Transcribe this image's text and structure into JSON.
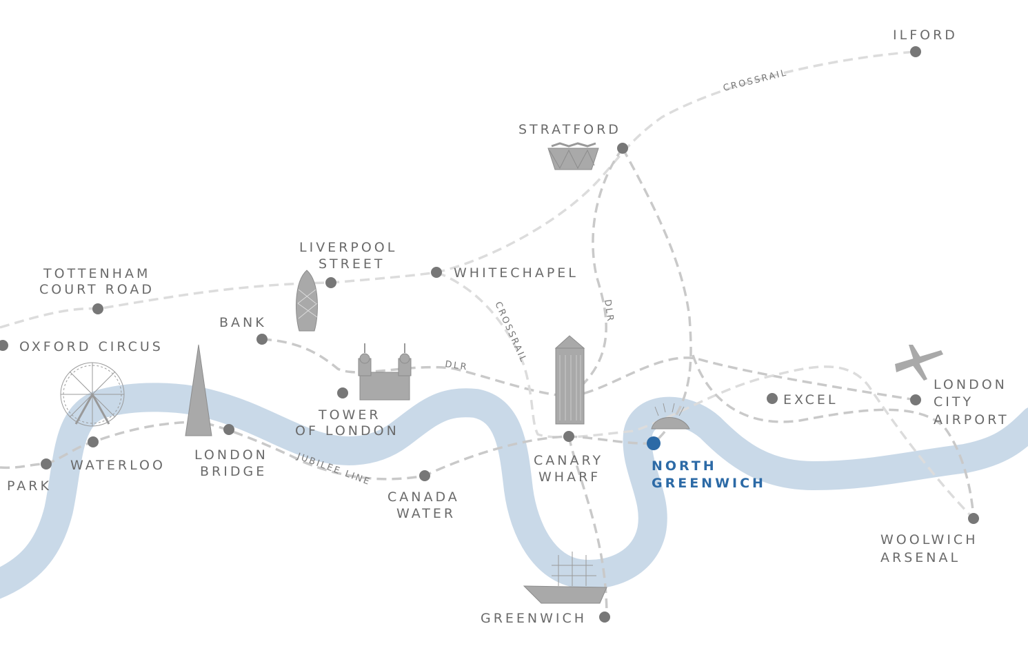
{
  "map": {
    "colors": {
      "river": "#c9d9e8",
      "station": "#777777",
      "highlight": "#2c6aa6",
      "line": "#c9c9c9"
    },
    "stations": {
      "ilford": [
        "ILFORD"
      ],
      "stratford": [
        "STRATFORD"
      ],
      "liverpool_street": [
        "LIVERPOOL",
        "STREET"
      ],
      "tottenham": [
        "TOTTENHAM",
        "COURT ROAD"
      ],
      "whitechapel": [
        "WHITECHAPEL"
      ],
      "bank": [
        "BANK"
      ],
      "oxford_circus": [
        "OXFORD CIRCUS"
      ],
      "tower": [
        "TOWER",
        "OF LONDON"
      ],
      "waterloo": [
        "WATERLOO"
      ],
      "park": [
        "PARK"
      ],
      "london_bridge": [
        "LONDON",
        "BRIDGE"
      ],
      "canada_water": [
        "CANADA",
        "WATER"
      ],
      "canary_wharf": [
        "CANARY",
        "WHARF"
      ],
      "north_greenwich": [
        "NORTH",
        "GREENWICH"
      ],
      "excel": [
        "EXCEL"
      ],
      "city_airport": [
        "LONDON",
        "CITY",
        "AIRPORT"
      ],
      "woolwich": [
        "WOOLWICH",
        "ARSENAL"
      ],
      "greenwich": [
        "GREENWICH"
      ]
    },
    "line_labels": {
      "crossrail_1": "CROSSRAIL",
      "crossrail_2": "CROSSRAIL",
      "dlr_1": "DLR",
      "dlr_2": "DLR",
      "jubilee": "JUBILEE LINE"
    }
  }
}
